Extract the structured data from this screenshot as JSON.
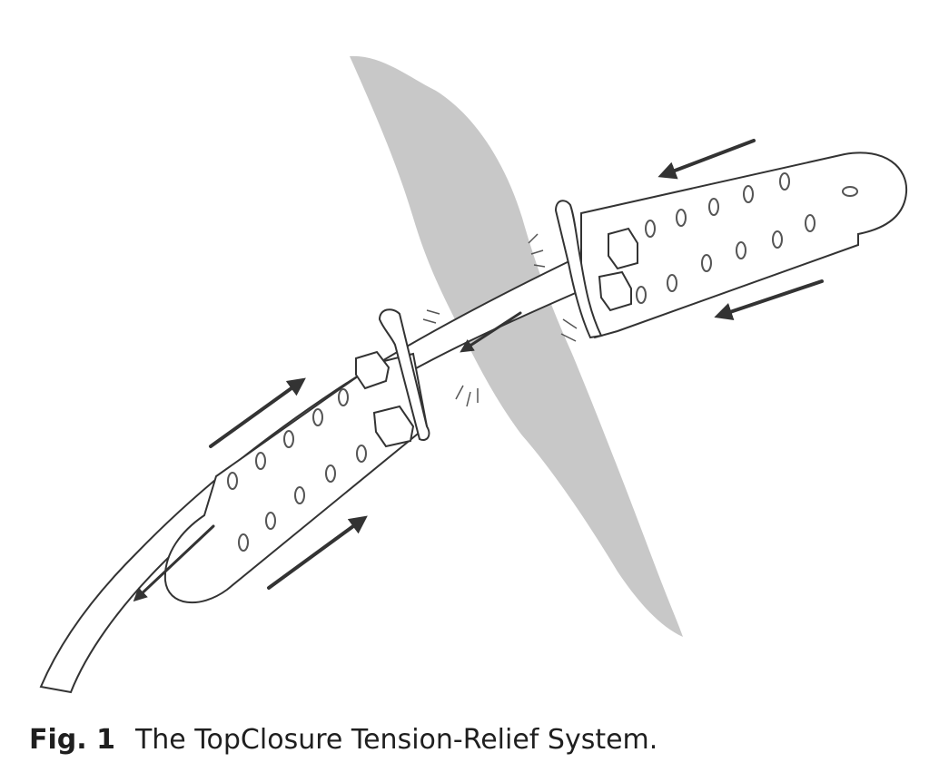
{
  "figure": {
    "caption_label": "Fig. 1",
    "caption_text": "The TopClosure Tension-Relief System.",
    "colors": {
      "skin": "#c8c8c8",
      "outline": "#333333",
      "arrow": "#333333",
      "device_fill": "#ffffff"
    },
    "components": [
      "skin-flap",
      "strap",
      "upper-attachment-plate",
      "lower-attachment-plate",
      "tension-arrows"
    ]
  }
}
